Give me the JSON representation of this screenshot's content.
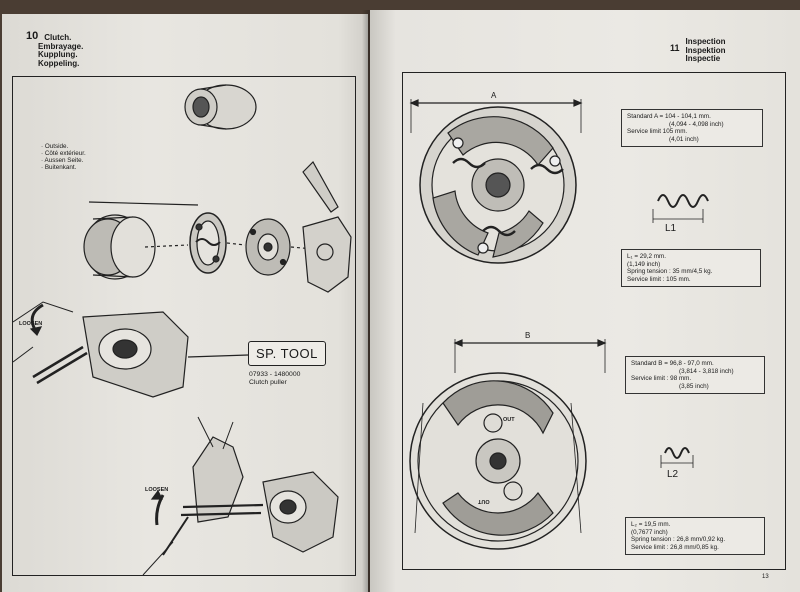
{
  "left_page": {
    "page_number": "10",
    "titles": [
      "Clutch.",
      "Embrayage.",
      "Kupplung.",
      "Koppeling."
    ],
    "side_note": [
      "· Outside.",
      "· Côté extérieur.",
      "· Aussen Seite.",
      "· Buitenkant."
    ],
    "loosen_labels": [
      "LOOSEN",
      "LOOSEN"
    ],
    "special_tool": {
      "label": "SP. TOOL",
      "part_number": "07933 - 1480000",
      "name": "Clutch puller"
    }
  },
  "right_page": {
    "page_number": "11",
    "titles": [
      "Inspection",
      "Inspektion",
      "Inspectie"
    ],
    "dimension_labels": [
      "A",
      "B"
    ],
    "spring_labels": [
      "L1",
      "L2"
    ],
    "spec_a": [
      "Standard A = 104 - 104,1 mm.",
      "(4,094 - 4,098 inch)",
      "Service limit 105 mm.",
      "(4,01 inch)"
    ],
    "spec_l1": [
      "L₁ = 29,2 mm.",
      "(1,149 inch)",
      "Spring tension : 35 mm/4,5 kg.",
      "Service limit : 105 mm."
    ],
    "spec_b": [
      "Standard B = 96,8 - 97,0 mm.",
      "(3,814 - 3,818 inch)",
      "Service limit : 98 mm.",
      "(3,85 inch)"
    ],
    "spec_l2": [
      "L₂ = 19,5 mm.",
      "(0,7677 inch)",
      "Spring tension : 26,8 mm/0,92 kg.",
      "Service limit : 26,8 mm/0,85 kg."
    ],
    "drum_marks": [
      "OUT",
      "OUT"
    ],
    "folio": "13"
  }
}
